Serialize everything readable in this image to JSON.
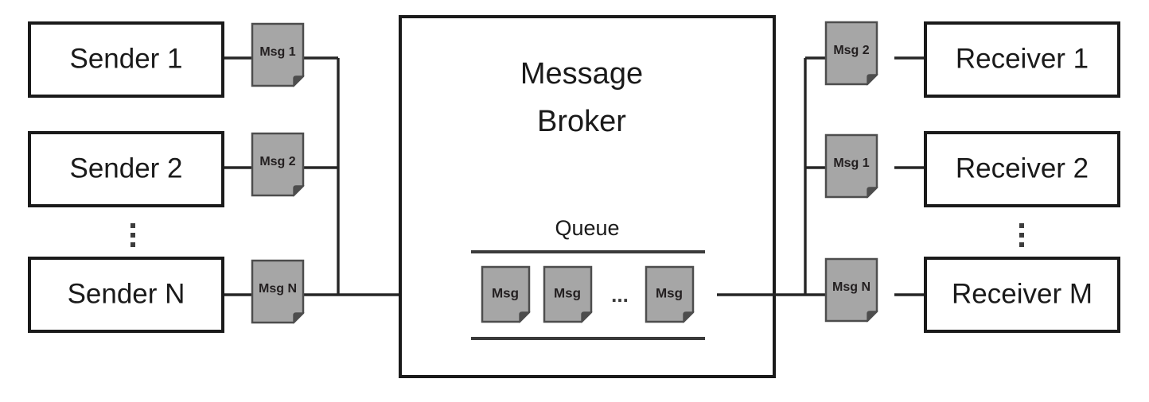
{
  "diagram": {
    "title": "Message Broker publish/subscribe queue diagram",
    "colors": {
      "background": "#ffffff",
      "box_stroke": "#1a1a1a",
      "box_fill": "#ffffff",
      "document_fill": "#a6a6a6",
      "document_stroke": "#4d4d4d",
      "connector": "#262626",
      "rail": "#3a3a3a",
      "text": "#1a1a1a"
    },
    "senders": [
      {
        "label": "Sender 1",
        "message": "Msg 1"
      },
      {
        "label": "Sender 2",
        "message": "Msg 2"
      },
      {
        "label": "Sender N",
        "message": "Msg N"
      }
    ],
    "sender_ellipsis": "vertical-ellipsis",
    "broker": {
      "title_line1": "Message",
      "title_line2": "Broker",
      "queue_label": "Queue",
      "queue_items": [
        {
          "label": "Msg"
        },
        {
          "label": "Msg"
        },
        {
          "label": "Msg"
        }
      ],
      "queue_ellipsis": "...",
      "inbound_arrow": "arrow-right",
      "outbound_line": "line-right"
    },
    "receivers": [
      {
        "label": "Receiver 1",
        "message": "Msg 2"
      },
      {
        "label": "Receiver 2",
        "message": "Msg 1"
      },
      {
        "label": "Receiver M",
        "message": "Msg N"
      }
    ],
    "receiver_ellipsis": "vertical-ellipsis"
  }
}
